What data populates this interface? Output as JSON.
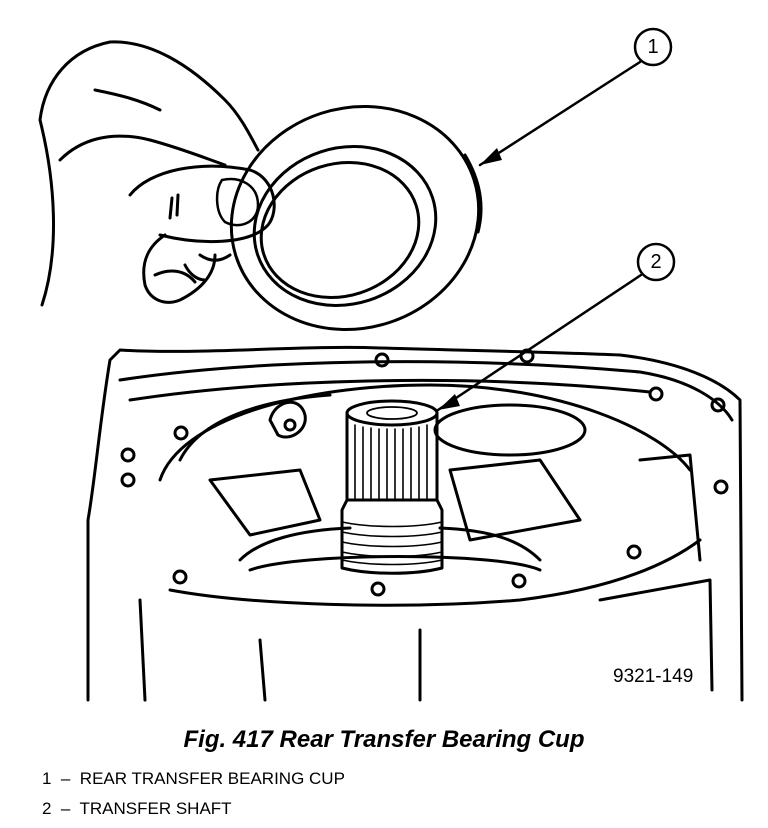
{
  "figure": {
    "caption": "Fig. 417 Rear Transfer Bearing Cup",
    "figure_number": "9321-149",
    "callouts": [
      {
        "number": "1",
        "target": "bearing-cup"
      },
      {
        "number": "2",
        "target": "transfer-shaft"
      }
    ]
  },
  "legend": {
    "items": [
      {
        "text": "1  –  REAR TRANSFER BEARING CUP"
      },
      {
        "text": "2  –  TRANSFER SHAFT"
      }
    ]
  },
  "colors": {
    "ink": "#000000",
    "paper": "#ffffff"
  }
}
